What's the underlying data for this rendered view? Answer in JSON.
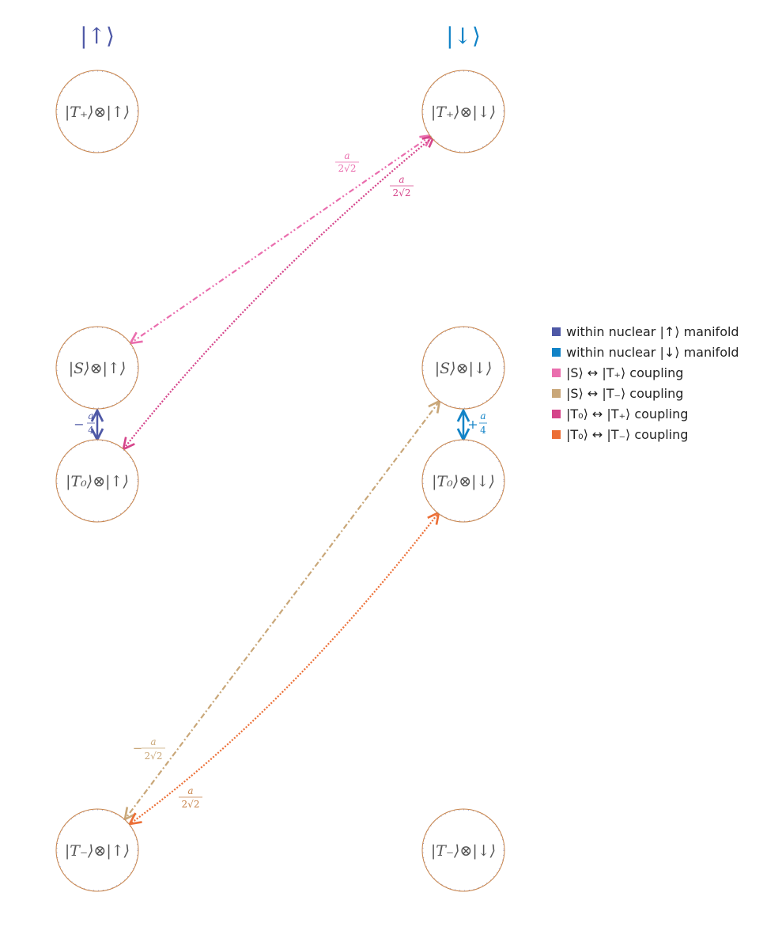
{
  "colors": {
    "up": "#4e58a6",
    "down": "#1183c7",
    "s_tplus": "#ea6eae",
    "s_tminus": "#c9a779",
    "t0_tplus": "#d5448a",
    "t0_tminus": "#ec6f36",
    "ket_text": "#555555",
    "circle_outer": "#c7834a",
    "circle_inner": "#4e58a6"
  },
  "headers": {
    "up": "|↑⟩",
    "down": "|↓⟩"
  },
  "states": {
    "tplus_up": "|T₊⟩⊗|↑⟩",
    "tplus_down": "|T₊⟩⊗|↓⟩",
    "s_up": "|S⟩⊗|↑⟩",
    "s_down": "|S⟩⊗|↓⟩",
    "t0_up": "|T₀⟩⊗|↑⟩",
    "t0_down": "|T₀⟩⊗|↓⟩",
    "tminus_up": "|T₋⟩⊗|↑⟩",
    "tminus_down": "|T₋⟩⊗|↓⟩"
  },
  "couplings": {
    "up_within": {
      "sign": "−",
      "num": "a",
      "den": "4"
    },
    "down_within": {
      "sign": "+",
      "num": "a",
      "den": "4"
    },
    "s_tplus": {
      "sign": "",
      "num": "a",
      "den": "2√2"
    },
    "t0_tplus": {
      "sign": "",
      "num": "a",
      "den": "2√2"
    },
    "s_tminus": {
      "sign": "−",
      "num": "a",
      "den": "2√2"
    },
    "t0_tminus": {
      "sign": "",
      "num": "a",
      "den": "2√2"
    }
  },
  "legend": [
    {
      "label": "within nuclear |↑⟩ manifold",
      "color": "#4e58a6"
    },
    {
      "label": "within nuclear |↓⟩ manifold",
      "color": "#1183c7"
    },
    {
      "label": "|S⟩ ↔ |T₊⟩ coupling",
      "color": "#ea6eae"
    },
    {
      "label": "|S⟩ ↔ |T₋⟩ coupling",
      "color": "#c9a779"
    },
    {
      "label": "|T₀⟩ ↔ |T₊⟩ coupling",
      "color": "#d5448a"
    },
    {
      "label": "|T₀⟩ ↔ |T₋⟩ coupling",
      "color": "#ec6f36"
    }
  ]
}
